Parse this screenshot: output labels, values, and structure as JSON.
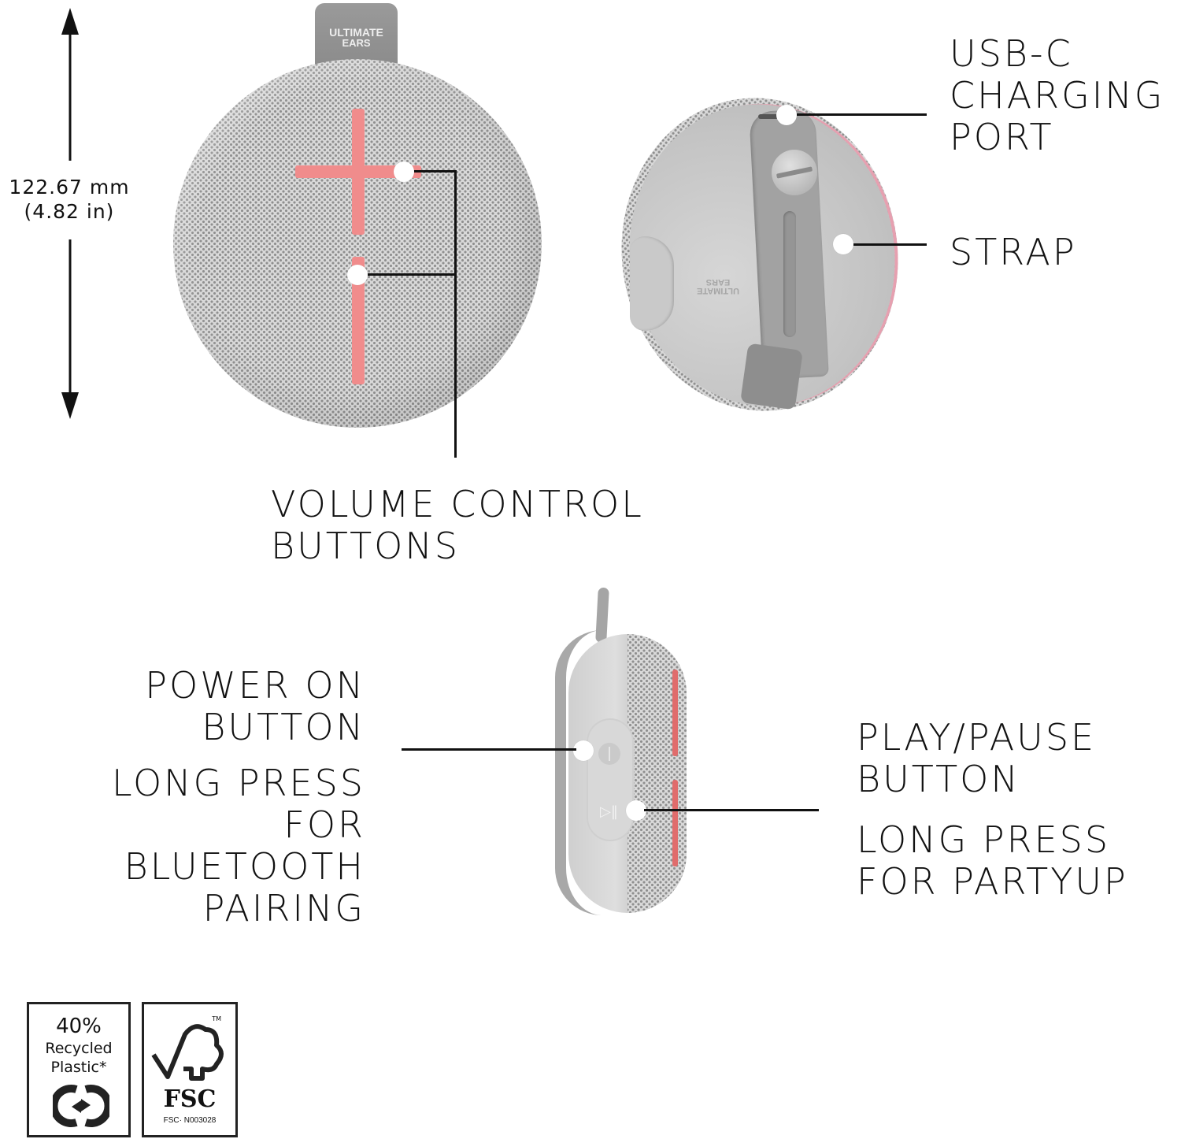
{
  "dimension": {
    "mm": "122.67 mm",
    "inches": "(4.82 in)"
  },
  "brand_tag": {
    "line1": "ULTIMATE",
    "line2": "EARS"
  },
  "back_logo": {
    "line1": "ULTIMATE",
    "line2": "EARS"
  },
  "callouts": {
    "usb_c": [
      "USB-C",
      "CHARGING",
      "PORT"
    ],
    "strap": [
      "STRAP"
    ],
    "volume": [
      "VOLUME CONTROL",
      "BUTTONS"
    ],
    "power": {
      "title": [
        "POWER ON",
        "BUTTON"
      ],
      "detail": [
        "LONG PRESS",
        "FOR",
        "BLUETOOTH",
        "PAIRING"
      ]
    },
    "play_pause": {
      "title": [
        "PLAY/PAUSE",
        "BUTTON"
      ],
      "detail": [
        "LONG PRESS",
        "FOR PARTYUP"
      ]
    }
  },
  "badges": {
    "recycled": {
      "percent": "40%",
      "line1": "Recycled",
      "line2": "Plastic*",
      "icon": "recycle-loop-icon"
    },
    "fsc": {
      "mark": "FSC",
      "trademark": "TM",
      "license": "FSC· N003028",
      "icon": "fsc-tree-check-icon"
    }
  },
  "colors": {
    "fabric": "#d9d9d9",
    "fabric_dots": "#8f8f8f",
    "accent_pink": "#f08c8c",
    "strap_gray": "#9a9a9a",
    "text": "#111111"
  }
}
